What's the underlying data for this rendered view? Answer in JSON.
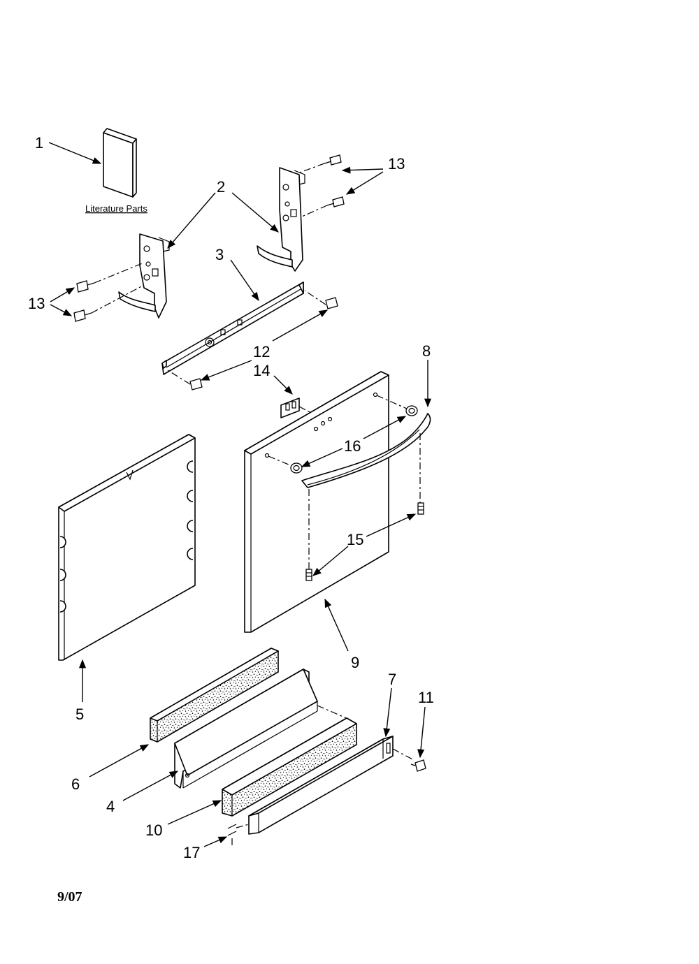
{
  "title": "",
  "literature_label": "Literature Parts",
  "date_code": "9/07",
  "callouts": {
    "c1": "1",
    "c2": "2",
    "c3": "3",
    "c4": "4",
    "c5": "5",
    "c6": "6",
    "c7": "7",
    "c8": "8",
    "c9": "9",
    "c10": "10",
    "c11": "11",
    "c12": "12",
    "c13_top": "13",
    "c13_left": "13",
    "c14": "14",
    "c15": "15",
    "c16": "16",
    "c17": "17"
  },
  "parts": [
    {
      "number": "1",
      "icon": "literature-booklet-icon"
    },
    {
      "number": "2",
      "icon": "hinge-bracket-icon"
    },
    {
      "number": "3",
      "icon": "door-brace-icon"
    },
    {
      "number": "4",
      "icon": "toe-panel-bracket-icon"
    },
    {
      "number": "5",
      "icon": "door-inner-panel-icon"
    },
    {
      "number": "6",
      "icon": "foam-strip-icon"
    },
    {
      "number": "7",
      "icon": "kick-plate-icon"
    },
    {
      "number": "8",
      "icon": "door-handle-icon"
    },
    {
      "number": "9",
      "icon": "outer-door-panel-icon"
    },
    {
      "number": "10",
      "icon": "insulation-block-icon"
    },
    {
      "number": "11",
      "icon": "screw-icon"
    },
    {
      "number": "12",
      "icon": "screw-icon"
    },
    {
      "number": "13",
      "icon": "screw-icon"
    },
    {
      "number": "14",
      "icon": "clip-icon"
    },
    {
      "number": "15",
      "icon": "stud-icon"
    },
    {
      "number": "16",
      "icon": "handle-fastener-icon"
    },
    {
      "number": "17",
      "icon": "clip-icon"
    }
  ]
}
